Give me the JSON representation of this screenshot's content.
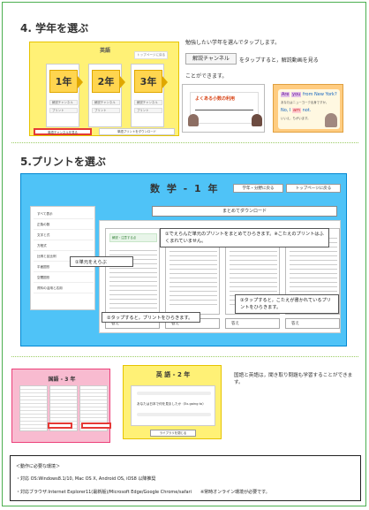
{
  "step4": {
    "title": "4. 学年を選ぶ",
    "panel": {
      "subject": "英語",
      "top_link": "トップページに戻る",
      "grades": [
        "1年",
        "2年",
        "3年"
      ],
      "row1": "解説チャンネル",
      "row2": "プリント",
      "bottom_left": "単語チャンネルを見る",
      "bottom_right": "単語プリントをダウンロード"
    },
    "desc_line1": "勉強したい学年を選んでタップします。",
    "channel_button": "解説チャンネル",
    "desc_line2": "をタップすると，解説動画を見る",
    "desc_line3": "ことができます。",
    "thumb1_title": "よくある小数の利用",
    "thumb2": {
      "line1_a": "Are",
      "line1_b": "you",
      "line1_c": "from New York?",
      "line2": "あなたはニューヨーク出身ですか。",
      "line3_a": "No, I",
      "line3_b": "am",
      "line3_c": "not.",
      "line4": "いいえ，ちがいます。"
    }
  },
  "step5": {
    "title": "5.プリントを選ぶ",
    "panel_title": "数 学 - 1 年",
    "btn_back_grade": "学年・分野に戻る",
    "btn_back_top": "トップページに戻る",
    "sidebar": [
      "すべて表示",
      "正負の数",
      "文字と式",
      "方程式",
      "比例と反比例",
      "平面図形",
      "空間図形",
      "資料の活用と応用"
    ],
    "download_all": "まとめてダウンロード",
    "print_header": "解説・注意する点",
    "print_button": "答え",
    "callout1": "①でえらんだ単元のプリントをまとめてひらきます。※こたえのプリントはふくまれていません。",
    "callout2": "①単元をえらぶ",
    "callout3": "②タップすると，プリントをひらきます。",
    "callout4": "③タップすると，こたえが書かれているプリントをひらきます。"
  },
  "step6": {
    "pink_title": "国語 - 3 年",
    "yellow_title": "英 語 - 2 年",
    "yellow_line": "あなたは日本で何を見ましたか（Ex.going to）",
    "yellow_button": "ライブラリを閉じる",
    "desc": "国語と英語は，聞き取り問題も学習することができます。"
  },
  "requirements": {
    "header": "＜動作に必要な環境＞",
    "os": "・対応 OS:Windows8.1/10, Mac OS X, Android OS, iOS8 以降推奨",
    "browser": "・対応ブラウザ:Internet Explorer11(最新版)/Microsoft Edge/Google Chrome/safari　　※常時オンライン環境が必要です。"
  }
}
